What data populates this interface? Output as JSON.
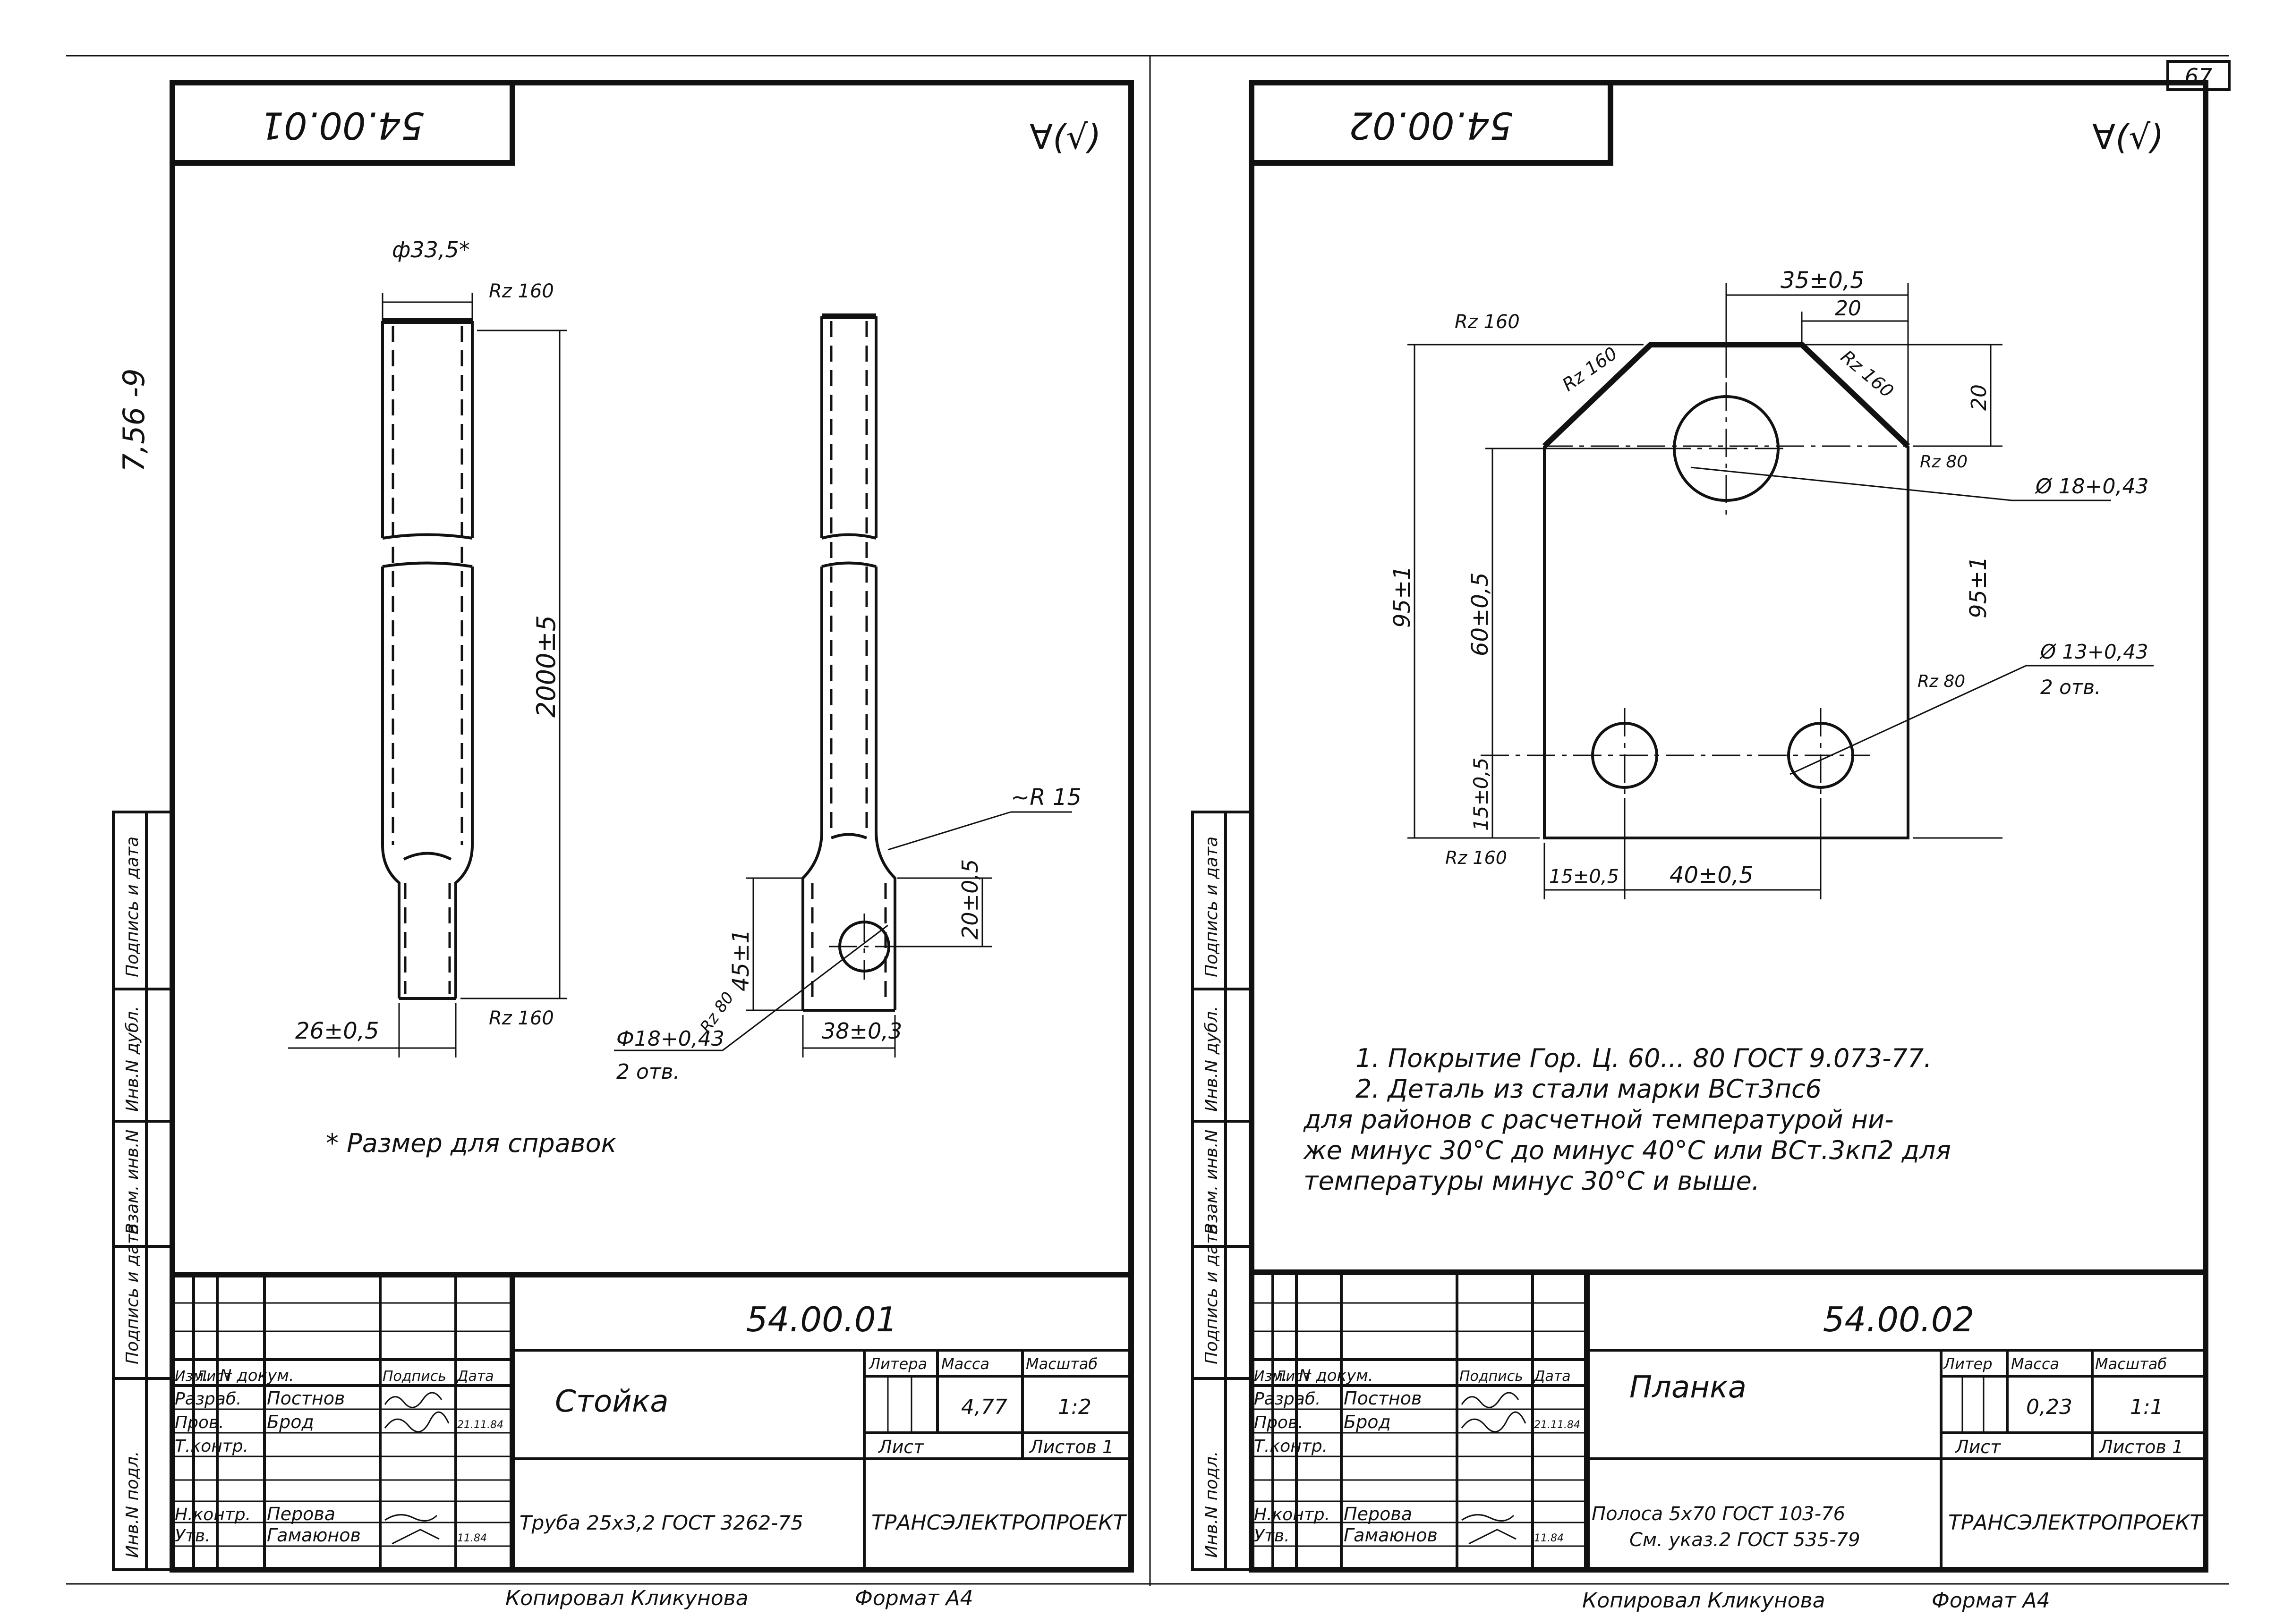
{
  "page_number": "67",
  "margin_note": "7,56 -9",
  "roughness_symbol": "∀(√)",
  "side_stamp": [
    "Инв.N подл.",
    "Подпись и дата",
    "Взам. инв.N",
    "Инв.N дубл.",
    "Подпись и дата"
  ],
  "sheet1": {
    "code_top": "54.00.01",
    "dims": {
      "diameter": "ф33,5*",
      "length": "2000±5",
      "base_width": "26±0,5",
      "radius": "~R 15",
      "height45": "45±1",
      "height20": "20±0,5",
      "hole": "Ф18+0,43",
      "hole_count": "2 отв.",
      "slot_width": "38±0,3",
      "rz_top": "Rz 160",
      "rz_bottom": "Rz 160",
      "rz_hole": "Rz 80"
    },
    "note": "* Размер для справок",
    "title": {
      "code": "54.00.01",
      "name": "Стойка",
      "material": "Труба 25х3,2 ГОСТ 3262-75",
      "org": "ТРАНСЭЛЕКТРОПРОЕКТ",
      "mass": "4,77",
      "scale": "1:2",
      "sheets_label": "Листов 1",
      "sheet_label": "Лист",
      "litera_label": "Литера",
      "mass_label": "Масса",
      "scale_label": "Масштаб",
      "header": [
        "Изм.",
        "Лист",
        "N докум.",
        "Подпись",
        "Дата"
      ],
      "rows": [
        {
          "role": "Разраб.",
          "name": "Постнов",
          "date": ""
        },
        {
          "role": "Пров.",
          "name": "Брод",
          "date": "21.11.84"
        },
        {
          "role": "Т.контр.",
          "name": "",
          "date": ""
        },
        {
          "role": "Н.контр.",
          "name": "Перова",
          "date": ""
        },
        {
          "role": "Утв.",
          "name": "Гамаюнов",
          "date": "11.84"
        }
      ],
      "copied": "Копировал Кликунова",
      "format": "Формат А4"
    }
  },
  "sheet2": {
    "code_top": "54.00.02",
    "dims": {
      "top_width": "35±0,5",
      "chamfer_w": "20",
      "chamfer_h": "20",
      "height_left": "95±1",
      "height_right": "95±1",
      "hole_pos": "60±0,5",
      "bottom_off": "15±0,5",
      "left_off": "15±0,5",
      "hole_spacing": "40±0,5",
      "big_hole": "Ø 18+0,43",
      "small_hole": "Ø 13+0,43",
      "hole_count": "2 отв.",
      "rz_top": "Rz 160",
      "rz_c1": "Rz 160",
      "rz_c2": "Rz 160",
      "rz_big": "Rz 80",
      "rz_small": "Rz 80",
      "rz_bottom": "Rz 160"
    },
    "notes": [
      "1. Покрытие Гор. Ц. 60... 80 ГОСТ 9.073-77.",
      "2. Деталь из стали марки ВСт3пс6",
      "для районов с расчетной температурой ни-",
      "же минус 30°С до минус 40°С или ВСт.3кп2 для",
      "температуры минус 30°С и выше."
    ],
    "title": {
      "code": "54.00.02",
      "name": "Планка",
      "material1": "Полоса 5х70 ГОСТ 103-76",
      "material2": "См. указ.2 ГОСТ 535-79",
      "org": "ТРАНСЭЛЕКТРОПРОЕКТ",
      "mass": "0,23",
      "scale": "1:1",
      "sheets_label": "Листов 1",
      "sheet_label": "Лист",
      "litera_label": "Литер",
      "mass_label": "Масса",
      "scale_label": "Масштаб",
      "header": [
        "Изм.",
        "Лист",
        "N докум.",
        "Подпись",
        "Дата"
      ],
      "rows": [
        {
          "role": "Разраб.",
          "name": "Постнов",
          "date": ""
        },
        {
          "role": "Пров.",
          "name": "Брод",
          "date": "21.11.84"
        },
        {
          "role": "Т.контр.",
          "name": "",
          "date": ""
        },
        {
          "role": "Н.контр.",
          "name": "Перова",
          "date": ""
        },
        {
          "role": "Утв.",
          "name": "Гамаюнов",
          "date": "11.84"
        }
      ],
      "copied": "Копировал Кликунова",
      "format": "Формат А4"
    }
  }
}
